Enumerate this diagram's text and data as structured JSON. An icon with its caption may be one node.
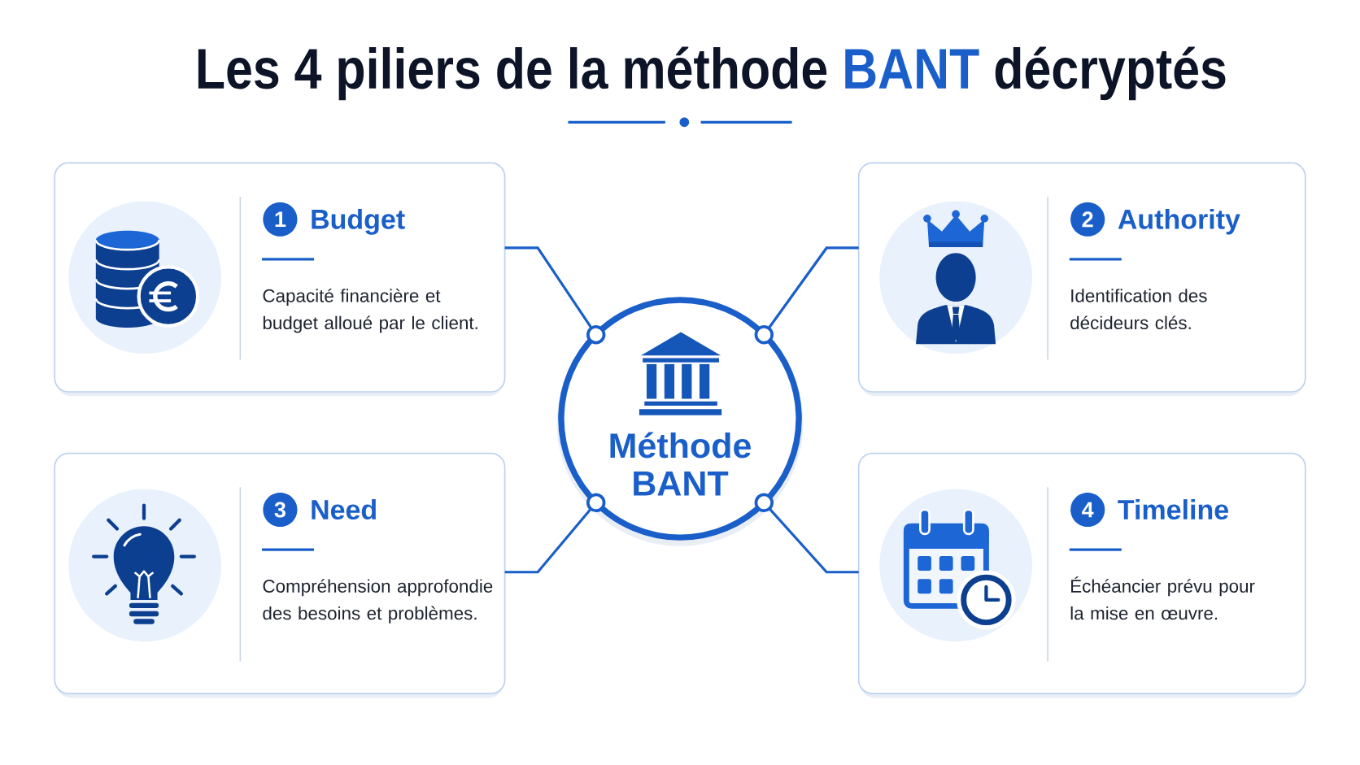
{
  "diagram": {
    "title": "Les 4 piliers de la méthode **BANT** décryptés",
    "nodes": [
      {
        "text": [
          "1",
          "Budget",
          "Capacité financière et budget alloué par le client."
        ]
      },
      {
        "text": [
          "2",
          "Authority",
          "Identification des décideurs clés."
        ]
      },
      {
        "text": [
          "Méthode BANT"
        ]
      },
      {
        "text": [
          "3",
          "Need",
          "Compréhension approfondie des besoins et problèmes."
        ]
      },
      {
        "text": [
          "4",
          "Timeline",
          "Échéancier prévu pour la mise en œuvre."
        ]
      }
    ],
    "edges": [
      {
        "from": 2,
        "to": 0,
        "arrow": "other"
      },
      {
        "from": 2,
        "to": 1,
        "arrow": "other"
      },
      {
        "from": 2,
        "to": 3,
        "arrow": "other"
      },
      {
        "from": 2,
        "to": 4,
        "arrow": "other"
      }
    ]
  }
}
